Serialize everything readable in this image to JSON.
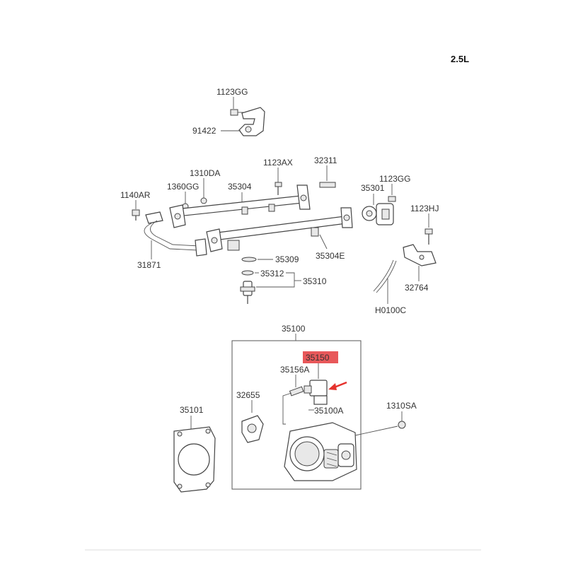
{
  "engine_label": "2.5L",
  "highlight_color": "#e8585a",
  "arrow_color": "#e5322d",
  "labels": {
    "p1123GG_top": "1123GG",
    "p91422": "91422",
    "p1123AX": "1123AX",
    "p32311": "32311",
    "p1310DA": "1310DA",
    "p1360GG": "1360GG",
    "p35304": "35304",
    "p1140AR": "1140AR",
    "p35301": "35301",
    "p1123GG_right": "1123GG",
    "p1123HJ": "1123HJ",
    "p31871": "31871",
    "p35309": "35309",
    "p35304E": "35304E",
    "p35312": "35312",
    "p35310": "35310",
    "p32764": "32764",
    "pH0100C": "H0100C",
    "p35100": "35100",
    "p35150": "35150",
    "p35156A": "35156A",
    "p32655": "32655",
    "p35100A": "35100A",
    "p1310SA": "1310SA",
    "p35101": "35101"
  }
}
